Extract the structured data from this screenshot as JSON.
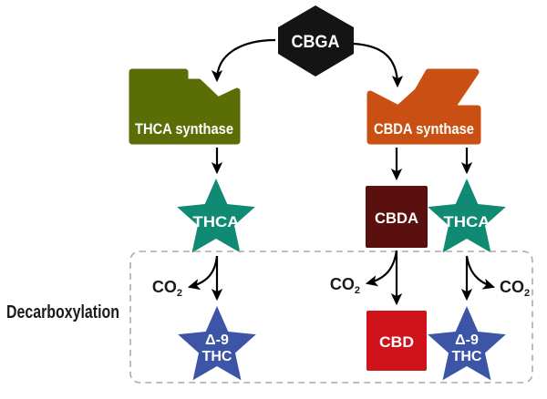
{
  "molecules": {
    "cbga": {
      "label": "CBGA",
      "color": "#141414"
    },
    "thca": {
      "label": "THCA",
      "color": "#108A72"
    },
    "cbda": {
      "label": "CBDA",
      "color": "#5A100E"
    },
    "cbd": {
      "label": "CBD",
      "color": "#D0121A"
    },
    "delta9_thc": {
      "line1": "Δ-9",
      "line2": "THC",
      "color": "#3D55A6"
    }
  },
  "enzymes": {
    "thca_synthase": {
      "label": "THCA synthase",
      "color": "#5A6E05"
    },
    "cbda_synthase": {
      "label": "CBDA synthase",
      "color": "#C94F12"
    }
  },
  "process": {
    "label": "Decarboxylation",
    "byproduct": {
      "formula": "CO",
      "subscript": "2"
    }
  }
}
